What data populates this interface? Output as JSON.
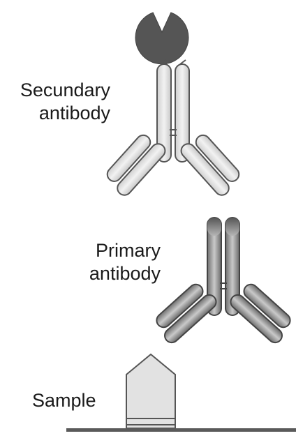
{
  "labels": {
    "secondary_line1": "Secundary",
    "secondary_line2": "antibody",
    "primary_line1": "Primary",
    "primary_line2": "antibody",
    "sample": "Sample"
  },
  "colors": {
    "enzyme": "#555555",
    "secondary_antibody_fill": "#dcdcdc",
    "primary_antibody_fill": "#9a9a9a",
    "sample_fill": "#e2e2e2",
    "outline": "#555555",
    "surface": "#5a5a5a"
  }
}
